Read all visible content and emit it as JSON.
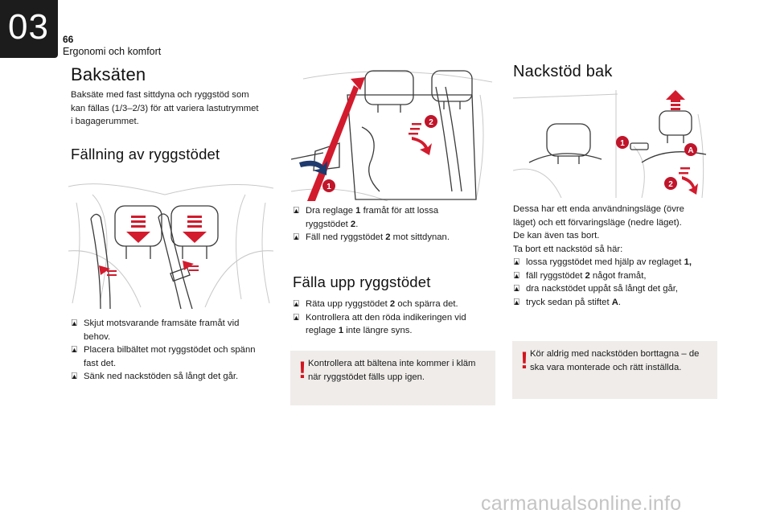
{
  "header": {
    "chapter": "03",
    "page_number": "66",
    "section": "Ergonomi och komfort"
  },
  "rear_seat": {
    "title": "Baksäten",
    "intro": [
      "Baksäte med fast sittdyna och ryggstöd som",
      "kan fällas (1/3–2/3) för att variera lastutrymmet",
      "i bagagerummet."
    ]
  },
  "fold_down": {
    "title": "Fällning av ryggstödet",
    "steps_a": [
      [
        "Skjut motsvarande framsäte framåt vid",
        "behov."
      ],
      [
        "Placera bilbältet mot ryggstödet och spänn",
        "fast det."
      ],
      [
        "Sänk ned nackstöden så långt det går."
      ]
    ],
    "step_b1_pre": "Dra reglage ",
    "step_b1_num": "1",
    "step_b1_post": " framåt för att lossa",
    "step_b1_line2_pre": "ryggstödet ",
    "step_b1_line2_num": "2",
    "step_b1_line2_post": ".",
    "step_b2_pre": "Fäll ned ryggstödet ",
    "step_b2_num": "2",
    "step_b2_post": " mot sittdynan.",
    "callout_1": "1",
    "callout_2": "2"
  },
  "fold_up": {
    "title": "Fälla upp ryggstödet",
    "step1_pre": "Räta upp ryggstödet ",
    "step1_num": "2",
    "step1_post": " och spärra det.",
    "step2_line1": "Kontrollera att den röda indikeringen vid",
    "step2_line2_pre": "reglage ",
    "step2_line2_num": "1",
    "step2_line2_post": " inte längre syns.",
    "warning": [
      "Kontrollera att bältena inte kommer i kläm",
      "när ryggstödet fälls upp igen."
    ]
  },
  "headrest": {
    "title": "Nackstöd bak",
    "desc": [
      "Dessa har ett enda användningsläge (övre",
      "läget) och ett förvaringsläge (nedre läget).",
      "De kan även tas bort.",
      "Ta bort ett nackstöd så här:"
    ],
    "step1_pre": "lossa ryggstödet med hjälp av reglaget ",
    "step1_num": "1,",
    "step2_pre": "fäll ryggstödet ",
    "step2_num": "2",
    "step2_post": " något framåt,",
    "step3": "dra nackstödet uppåt så långt det går,",
    "step4_pre": "tryck sedan på stiftet ",
    "step4_letter": "A",
    "step4_post": ".",
    "warning": [
      "Kör aldrig med nackstöden borttagna – de",
      "ska vara monterade och rätt inställda."
    ],
    "callout_1": "1",
    "callout_2": "2",
    "callout_A": "A"
  },
  "warning_mark": "!",
  "bullet_glyph": "",
  "watermark": "carmanualsonline.info",
  "colors": {
    "accent_red": "#d2141e",
    "callout_red": "#c0152a",
    "warning_bg": "#efecea",
    "chapter_tab": "#1c1c1c"
  }
}
